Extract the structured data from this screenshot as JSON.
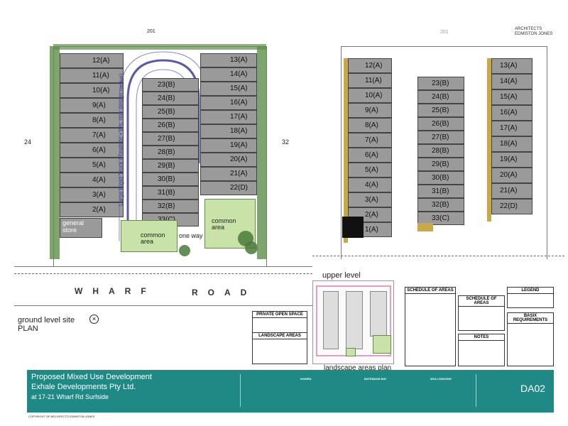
{
  "header": {
    "left_top_label": "201",
    "right_top_label": "201",
    "architect": "ARCHITECTS\nEDMISTON JONES"
  },
  "ground_plan": {
    "units_left": [
      "12(A)",
      "11(A)",
      "10(A)",
      "9(A)",
      "8(A)",
      "7(A)",
      "6(A)",
      "5(A)",
      "4(A)",
      "3(A)",
      "2(A)"
    ],
    "units_center": [
      "23(B)",
      "24(B)",
      "25(B)",
      "26(B)",
      "27(B)",
      "28(B)",
      "29(B)",
      "30(B)",
      "31(B)",
      "32(B)",
      "33(C)"
    ],
    "units_right": [
      "13(A)",
      "14(A)",
      "15(A)",
      "16(A)",
      "17(A)",
      "18(A)",
      "19(A)",
      "20(A)",
      "21(A)",
      "22(D)"
    ],
    "rigid_truck_note": "Large Rigid Truck (Realistic • Ws, min design radius)",
    "general_store": "general\nstore",
    "common_area_1": "common\narea",
    "common_area_2": "common\narea",
    "one_way": "one way",
    "section_left": "24",
    "section_right": "32",
    "road_word_1": "WHARF",
    "road_word_2": "ROAD",
    "caption": "ground level site\nPLAN"
  },
  "upper_plan": {
    "units_left": [
      "12(A)",
      "11(A)",
      "10(A)",
      "9(A)",
      "8(A)",
      "7(A)",
      "6(A)",
      "5(A)",
      "4(A)",
      "3(A)",
      "2(A)",
      "1(A)"
    ],
    "units_center": [
      "23(B)",
      "24(B)",
      "25(B)",
      "26(B)",
      "27(B)",
      "28(B)",
      "29(B)",
      "30(B)",
      "31(B)",
      "32(B)",
      "33(C)"
    ],
    "units_right": [
      "13(A)",
      "14(A)",
      "15(A)",
      "16(A)",
      "17(A)",
      "18(A)",
      "19(A)",
      "20(A)",
      "21(A)",
      "22(D)"
    ],
    "caption": "upper level"
  },
  "landscape": {
    "caption": "landscape areas plan"
  },
  "tables": {
    "private_open_space": "PRIVATE OPEN SPACE",
    "landscape_areas": "LANDSCAPE AREAS",
    "schedule_of_areas": "SCHEDULE OF AREAS",
    "schedule_of_areas_2": "SCHEDULE OF AREAS",
    "notes": "NOTES",
    "legend": "LEGEND",
    "basix": "BASIX REQUIREMENTS"
  },
  "title_block": {
    "line1": "Proposed Mixed Use Development",
    "line2": "Exhale Developments Pty Ltd.",
    "line3": "at 17-21 Wharf Rd Surfside",
    "col1": "NOWRA",
    "col2": "BATEMANS BAY",
    "col3": "WOLLONGONG",
    "drawing_no": "DA02",
    "copyright": "COPYRIGHT OF ARCHITECTS EDMISTON JONES"
  },
  "colors": {
    "title_block": "#1f8a85",
    "unit_fill": "#9a9a9a",
    "planting": "#4a7a3a",
    "truck_path": "#5a5aa8",
    "common_area": "#c8e2a8"
  }
}
